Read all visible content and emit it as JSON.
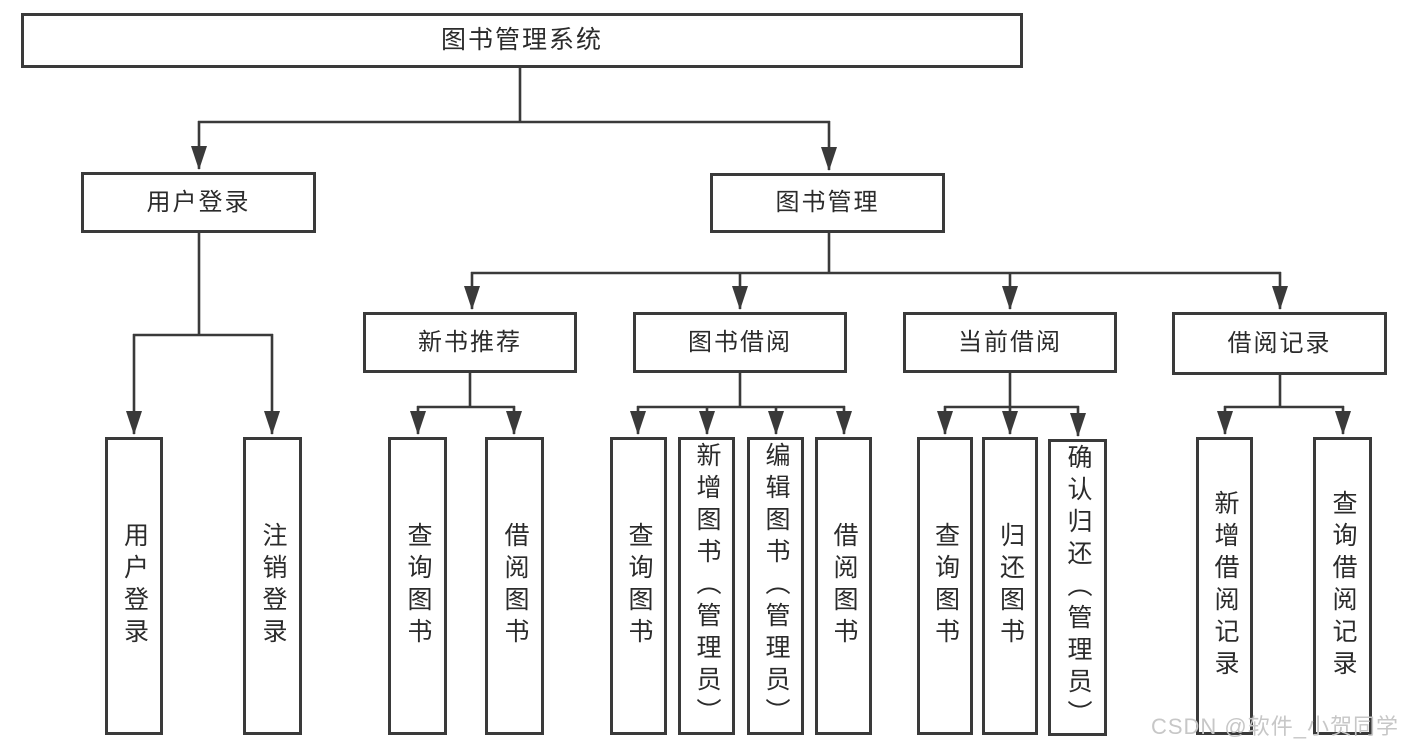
{
  "diagram": {
    "title": "图书管理系统",
    "level2": {
      "user_login": "用户登录",
      "book_management": "图书管理"
    },
    "level3": {
      "new_book_recommend": "新书推荐",
      "book_borrowing": "图书借阅",
      "current_borrowing": "当前借阅",
      "borrowing_records": "借阅记录"
    },
    "leaves": {
      "user_login": "用户登录",
      "logout": "注销登录",
      "nbr_query_books": "查询图书",
      "nbr_borrow_books": "借阅图书",
      "bb_query_books": "查询图书",
      "bb_add_books": "新增图书（管理员）",
      "bb_edit_books": "编辑图书（管理员）",
      "bb_borrow_books": "借阅图书",
      "cb_query_books": "查询图书",
      "cb_return_books": "归还图书",
      "cb_confirm_return": "确认归还（管理员）",
      "br_add_record": "新增借阅记录",
      "br_query_record": "查询借阅记录"
    }
  },
  "watermark": "CSDN @软件_小贺同学",
  "colors": {
    "line": "#3a3a3a",
    "text": "#2b2b2b",
    "watermark": "#c7c7c7",
    "box_background": "#ffffff"
  }
}
